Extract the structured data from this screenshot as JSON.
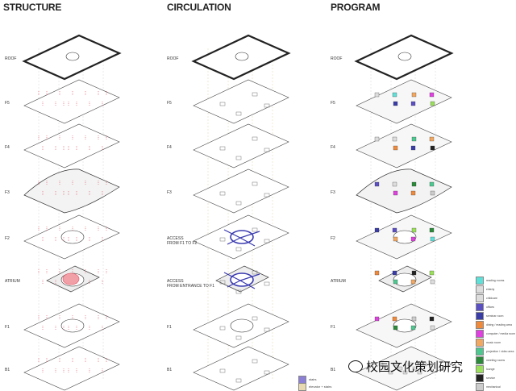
{
  "columns": [
    {
      "title": "STRUCTURE",
      "floors": [
        "ROOF",
        "F5",
        "F4",
        "F3",
        "F2",
        "ATRIUM",
        "F1",
        "B1"
      ]
    },
    {
      "title": "CIRCULATION",
      "floors": [
        "ROOF",
        "F5",
        "F4",
        "F3",
        "ACCESS\nFROM F1 TO F2",
        "ACCESS\nFROM ENTRANCE TO F1",
        "F1",
        "B1"
      ]
    },
    {
      "title": "PROGRAM",
      "floors": [
        "ROOF",
        "F5",
        "F4",
        "F3",
        "F2",
        "ATRIUM",
        "F1",
        "B1"
      ]
    }
  ],
  "circulation_legend": [
    {
      "label": "stairs",
      "color": "#8b7fd6"
    },
    {
      "label": "elevator + stairs",
      "color": "#e8d9b0"
    }
  ],
  "program_legend": [
    {
      "label": "reading rooms",
      "color": "#5fe0d8"
    },
    {
      "label": "elderly",
      "color": "#dddddd"
    },
    {
      "label": "childcare",
      "color": "#dddddd"
    },
    {
      "label": "offices",
      "color": "#5b4fc4"
    },
    {
      "label": "seminar room",
      "color": "#3a3ca8"
    },
    {
      "label": "dining / reading area",
      "color": "#f08a3a"
    },
    {
      "label": "computer / media room",
      "color": "#e040e0"
    },
    {
      "label": "music room",
      "color": "#f2a860"
    },
    {
      "label": "projection / video area",
      "color": "#4cc890"
    },
    {
      "label": "meeting rooms",
      "color": "#2a8a3a"
    },
    {
      "label": "lounge",
      "color": "#9be05a"
    },
    {
      "label": "service",
      "color": "#222222"
    },
    {
      "label": "mechanical",
      "color": "#cccccc"
    }
  ],
  "watermark": "校园文化策划研究",
  "colors": {
    "structure": "#e05060",
    "circulation": "#3a3ab0",
    "program": "#40d0c8"
  }
}
